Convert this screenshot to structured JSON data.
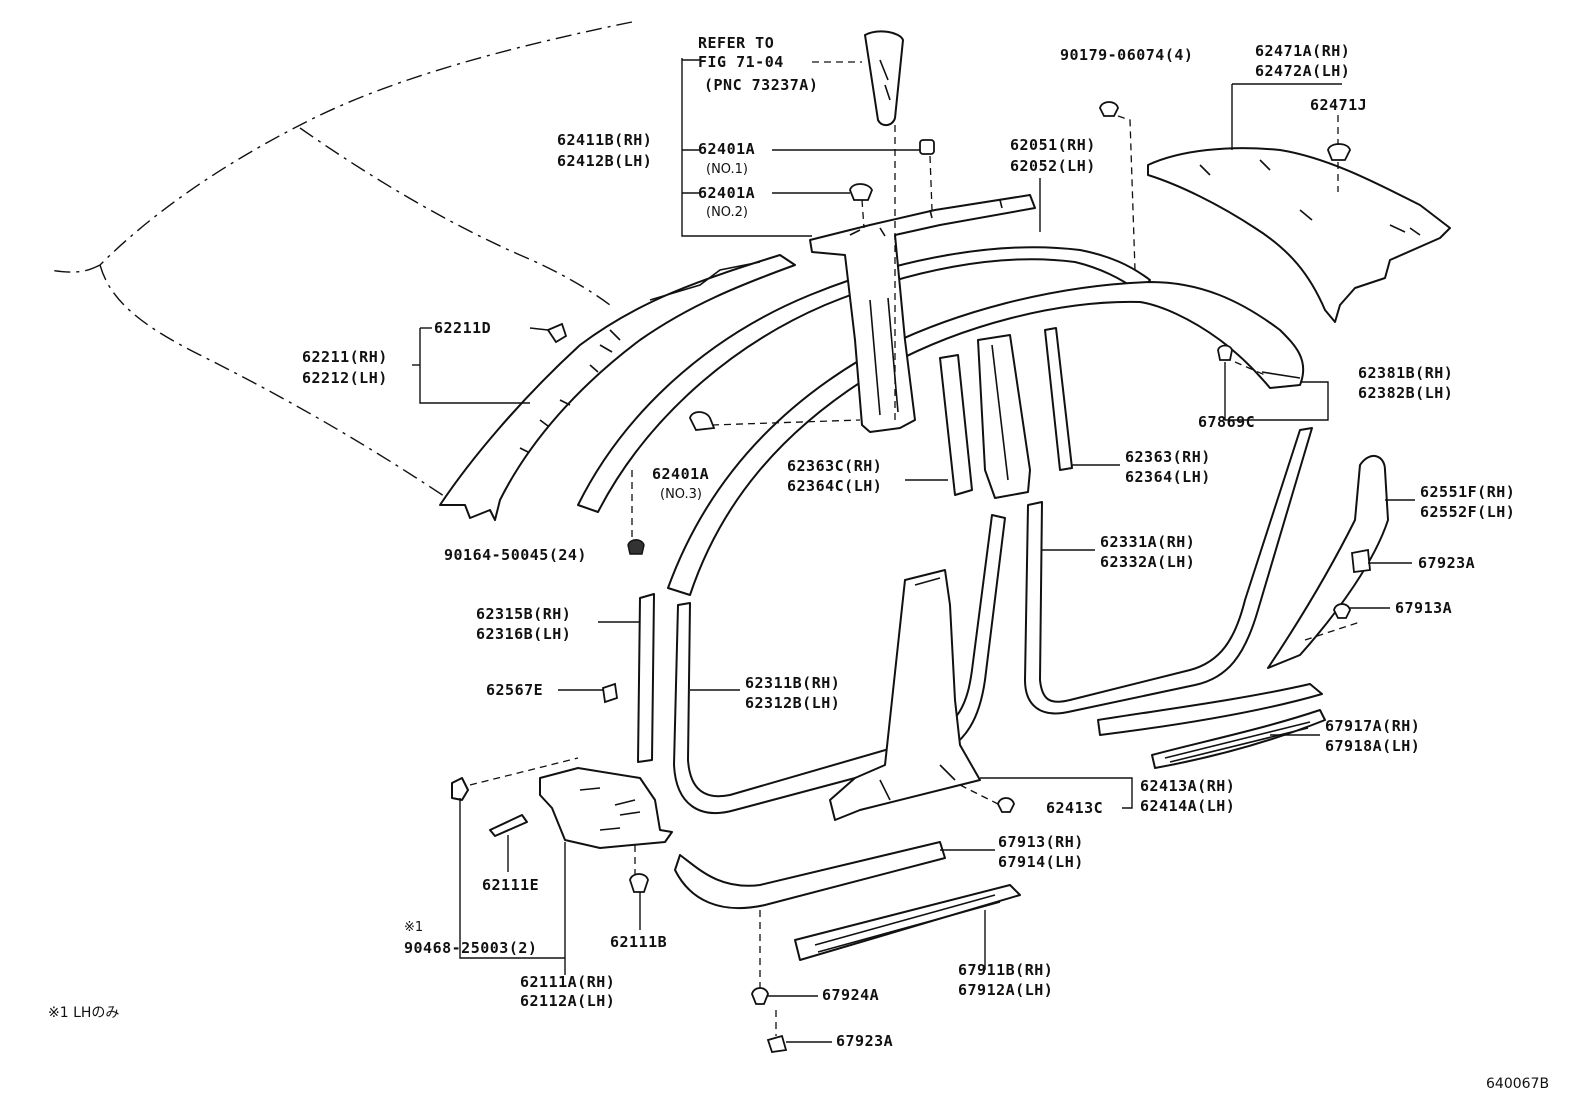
{
  "labels": {
    "refer_line1": "REFER TO",
    "refer_line2": "FIG 71-04",
    "refer_line3": "(PNC 73237A)",
    "p62411b": "62411B(RH)",
    "p62412b": "62412B(LH)",
    "p62401a_1": "62401A",
    "no1": "(NO.1)",
    "p62401a_2": "62401A",
    "no2": "(NO.2)",
    "p90179": "90179-06074(4)",
    "p62471a": "62471A(RH)",
    "p62472a": "62472A(LH)",
    "p62471j": "62471J",
    "p62051": "62051(RH)",
    "p62052": "62052(LH)",
    "p62211d": "62211D",
    "p62211": "62211(RH)",
    "p62212": "62212(LH)",
    "p62381b": "62381B(RH)",
    "p62382b": "62382B(LH)",
    "p67869c": "67869C",
    "p62401a_3": "62401A",
    "no3": "(NO.3)",
    "p62363c": "62363C(RH)",
    "p62364c": "62364C(LH)",
    "p62363": "62363(RH)",
    "p62364": "62364(LH)",
    "p62551f": "62551F(RH)",
    "p62552f": "62552F(LH)",
    "p90164": "90164-50045(24)",
    "p62331a": "62331A(RH)",
    "p62332a": "62332A(LH)",
    "p67923a_1": "67923A",
    "p67913a": "67913A",
    "p62315b": "62315B(RH)",
    "p62316b": "62316B(LH)",
    "p62567e": "62567E",
    "p62311b": "62311B(RH)",
    "p62312b": "62312B(LH)",
    "p67917a": "67917A(RH)",
    "p67918a": "67918A(LH)",
    "p62413a": "62413A(RH)",
    "p62414a": "62414A(LH)",
    "p62413c": "62413C",
    "p67913": "67913(RH)",
    "p67914": "67914(LH)",
    "p62111e": "62111E",
    "note_mark": "※1",
    "p90468": "90468-25003(2)",
    "p62111b": "62111B",
    "p62111a": "62111A(RH)",
    "p62112a": "62112A(LH)",
    "p67911b": "67911B(RH)",
    "p67912a": "67912A(LH)",
    "p67924a": "67924A",
    "p67923a_2": "67923A",
    "footnote": "※1 LHのみ",
    "figure_code": "640067B"
  },
  "colors": {
    "ink": "#111111",
    "background": "#ffffff"
  }
}
